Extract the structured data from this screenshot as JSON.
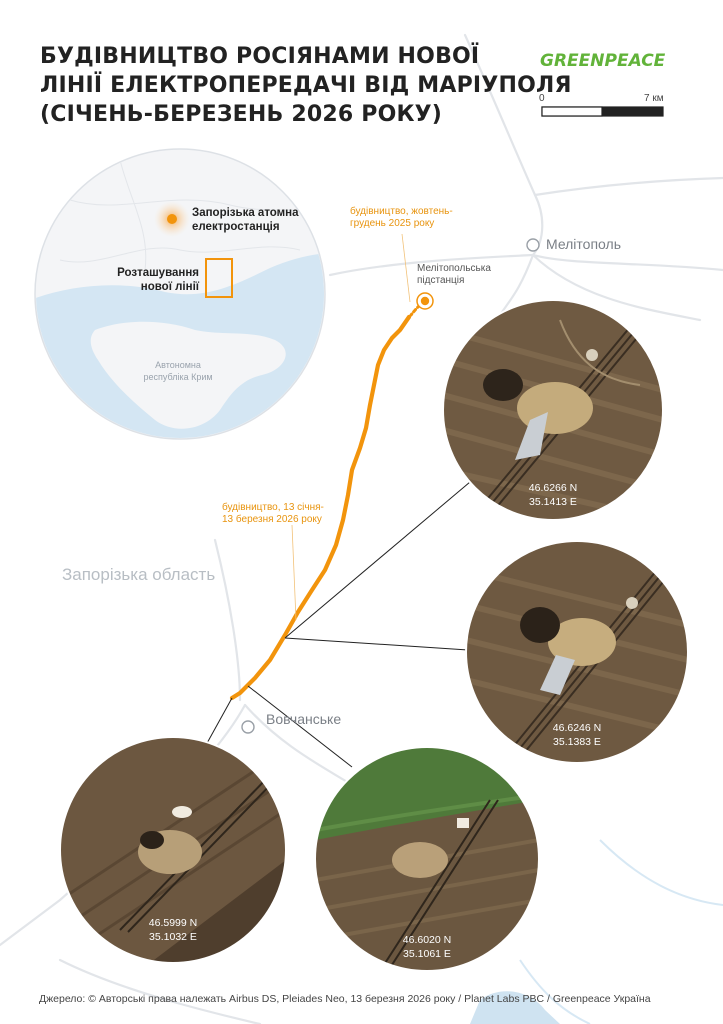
{
  "title": {
    "line1": "БУДІВНИЦТВО РОСІЯНАМИ НОВОЇ",
    "line2": "ЛІНІЇ ЕЛЕКТРОПЕРЕДАЧІ ВІД МАРІУПОЛЯ",
    "line3": "(СІЧЕНЬ-БЕРЕЗЕНЬ 2026 РОКУ)"
  },
  "logo": "GREENPEACE",
  "scale": {
    "start": "0",
    "end": "7 км"
  },
  "inset": {
    "npp_label_1": "Запорізька атомна",
    "npp_label_2": "електростанція",
    "location_label_1": "Розташування",
    "location_label_2": "нової лінії",
    "crimea_1": "Автономна",
    "crimea_2": "республіка Крим"
  },
  "labels": {
    "construction_autumn_1": "будівництво, жовтень-",
    "construction_autumn_2": "грудень 2025 року",
    "substation_1": "Мелітопольська",
    "substation_2": "підстанція",
    "melitopol": "Мелітополь",
    "construction_winter_1": "будівництво, 13 січня-",
    "construction_winter_2": "13 березня 2026 року",
    "region": "Запорізька область",
    "vovchanske": "Вовчанське"
  },
  "satellite_images": [
    {
      "lat": "46.6266 N",
      "lon": "35.1413 E"
    },
    {
      "lat": "46.6246 N",
      "lon": "35.1383 E"
    },
    {
      "lat": "46.5999 N",
      "lon": "35.1032 E"
    },
    {
      "lat": "46.6020 N",
      "lon": "35.1061 E"
    }
  ],
  "source": "Джерело: © Авторські права належать Airbus DS, Pleiades Neo, 13 березня 2026 року / Planet Labs PBC / Greenpeace Україна",
  "colors": {
    "power_line": "#f2940c",
    "roads": "#e2e5e9",
    "water": "#cfe3f1",
    "field": "#6b5840",
    "logo": "#62b33a"
  }
}
